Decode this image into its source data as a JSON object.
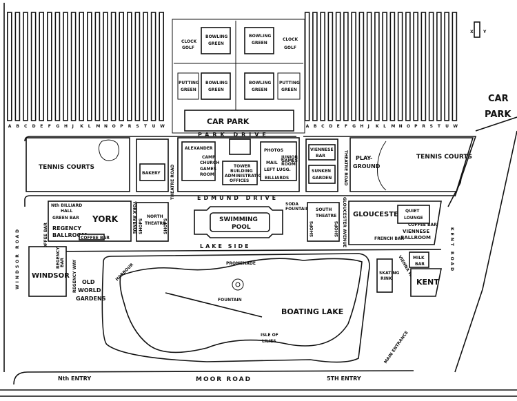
{
  "colors": {
    "ink": "#111111",
    "paper": "#ffffff"
  },
  "chalet_rows": {
    "left_letters": [
      "A",
      "B",
      "C",
      "D",
      "E",
      "F",
      "G",
      "H",
      "J",
      "K",
      "L",
      "M",
      "N",
      "O",
      "P",
      "R",
      "S",
      "T",
      "U",
      "W"
    ],
    "right_letters": [
      "A",
      "B",
      "C",
      "D",
      "E",
      "F",
      "G",
      "H",
      "J",
      "K",
      "L",
      "M",
      "N",
      "O",
      "P",
      "R",
      "S",
      "T",
      "U",
      "W"
    ],
    "extra_letters": [
      "X",
      "Y"
    ]
  },
  "labels": {
    "car_park_east_1": "CAR",
    "car_park_east_2": "PARK",
    "clock_golf": [
      "CLOCK",
      "GOLF"
    ],
    "bowling_green": [
      "BOWLING",
      "GREEN"
    ],
    "putting_green": [
      "PUTTING",
      "GREEN"
    ],
    "car_park_centre": "CAR PARK",
    "park_drive": "PARK DRIVE",
    "tennis_courts": "TENNIS COURTS",
    "bakery": "BAKERY",
    "alexander": "ALEXANDER",
    "camp_church": [
      "CAMP",
      "CHURCH"
    ],
    "games_room": [
      "GAMES",
      "ROOM"
    ],
    "tower_building": [
      "TOWER",
      "BUILDING",
      "ADMINISTRATION",
      "OFFICES"
    ],
    "photos": "PHOTOS",
    "mail": "MAIL",
    "junior_games_room": [
      "JUNIOR",
      "GAMES",
      "ROOM"
    ],
    "left_luggage": "LEFT LUGG.",
    "billiards": "BILLIARDS",
    "viennese_bar": [
      "VIENNESE",
      "BAR"
    ],
    "sunken_garden": [
      "SUNKEN",
      "GARDEN"
    ],
    "playground": [
      "PLAY-",
      "GROUND"
    ],
    "edmund_drive": "EDMUND DRIVE",
    "theatre_road": "THEATRE ROAD",
    "n_billiard_hall": [
      "Nth BILLIARD",
      "HALL"
    ],
    "green_bar": "GREEN BAR",
    "york": "YORK",
    "regency_ballroom": [
      "REGENCY",
      "BALLROOM"
    ],
    "coffee_bar": "COFFEE BAR",
    "coffee_bar_2": "COFFEE BAR",
    "north_theatre": [
      "NORTH",
      "THEATRE"
    ],
    "shops": "SHOPS",
    "swimming_pool": [
      "SWIMMING",
      "POOL"
    ],
    "soda_fountain": [
      "SODA",
      "FOUNTAIN"
    ],
    "south_theatre": [
      "SOUTH",
      "THEATRE"
    ],
    "gloucester_avenue": "GLOUCESTER AVENUE",
    "york_avenue": "YORK AVENUE",
    "gloucester": "GLOUCESTER",
    "quiet_lounge": [
      "QUIET",
      "LOUNGE"
    ],
    "viennese_ballroom": [
      "VIENNESE",
      "BALLROOM"
    ],
    "coffee_bar_3": "COFFEE BAR",
    "french_bar": "FRENCH BAR",
    "kent_road": "KENT ROAD",
    "lake_side": "LAKE SIDE",
    "windsor_road": "WINDSOR ROAD",
    "regency_way": "REGENCY WAY",
    "regency_bar": [
      "REGENCY",
      "BAR"
    ],
    "windsor": "WINDSOR",
    "promenade": "PROMENADE",
    "harbour": "HARBOUR",
    "old_world_gardens": [
      "OLD",
      "WORLD",
      "GARDENS"
    ],
    "fountain": "FOUNTAIN",
    "boating_lake": "BOATING LAKE",
    "skating_rink": [
      "SKATING",
      "RINK"
    ],
    "vienna_way": "VIENNA WAY",
    "milk_bar": [
      "MILK",
      "BAR"
    ],
    "kent": "KENT",
    "isle_of_lilies": [
      "ISLE OF",
      "LILIES"
    ],
    "main_entrance": "MAIN ENTRANCE",
    "nth_entry": "Nth ENTRY",
    "moor_road": "MOOR ROAD",
    "fifth_entry": "5TH ENTRY"
  }
}
